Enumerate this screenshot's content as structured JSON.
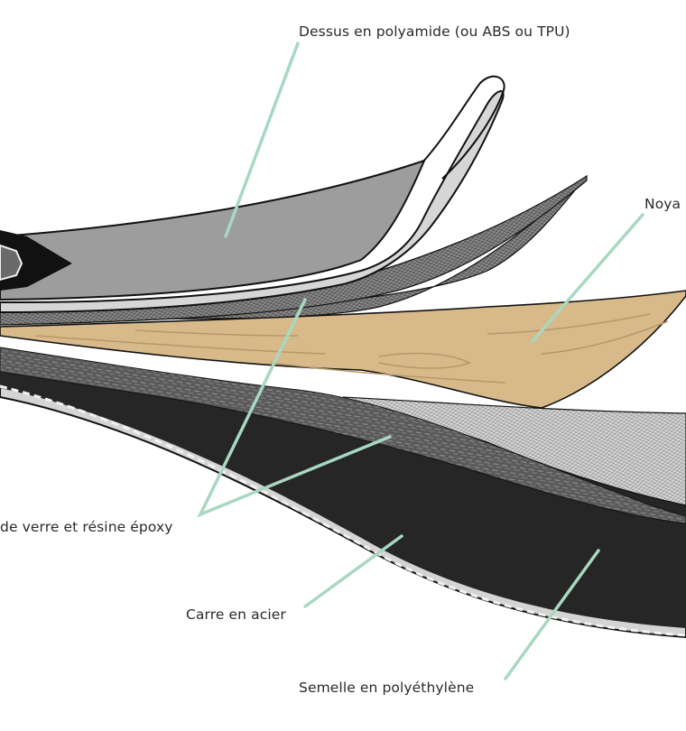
{
  "labels": {
    "top": "Dessus en polyamide (ou ABS ou TPU)",
    "core": "Noya",
    "fiber": "de verre et résine époxy",
    "edge": "Carre en acier",
    "base": "Semelle en polyéthylène"
  },
  "colors": {
    "leader": "#a8d8c0",
    "top_sheet": "#9d9d9d",
    "top_rim": "#d6d6d6",
    "wood": "#d8b98a",
    "wood_grain": "#b8986a",
    "fiber": "#6a6a6a",
    "base": "#262626",
    "outline": "#111111"
  }
}
